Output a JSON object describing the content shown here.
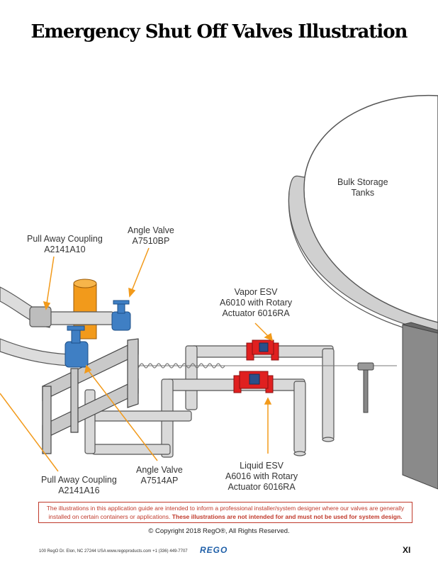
{
  "title": "Emergency Shut Off Valves Illustration",
  "labels": {
    "bulk_storage": [
      "Bulk Storage",
      "Tanks"
    ],
    "pull_away_top": [
      "Pull Away Coupling",
      "A2141A10"
    ],
    "angle_valve_top": [
      "Angle Valve",
      "A7510BP"
    ],
    "vapor_esv": [
      "Vapor ESV",
      "A6010 with Rotary",
      "Actuator 6016RA"
    ],
    "liquid_esv": [
      "Liquid ESV",
      "A6016 with Rotary",
      "Actuator 6016RA"
    ],
    "angle_valve_bottom": [
      "Angle Valve",
      "A7514AP"
    ],
    "pull_away_bottom": [
      "Pull Away Coupling",
      "A2141A16"
    ]
  },
  "disclaimer": {
    "normal": "The illustrations in this application guide are intended to inform a professional installer/system designer where our valves are generally installed on certain containers or applications. ",
    "bold": "These illustrations are not intended for and must not be used for system design."
  },
  "copyright": "© Copyright 2018 RegO®, All Rights Reserved.",
  "footer": {
    "address": "100 RegO Dr. Elon, NC 27244 USA   www.regoproducts.com   +1 (336) 449-7707",
    "logo": "REGO",
    "page": "XI"
  },
  "colors": {
    "pipe": "#d9d9d9",
    "outline": "#555555",
    "valve_blue": "#3f7fc4",
    "esv_red": "#e02020",
    "post_orange": "#f29a1b",
    "arrow_orange": "#f29a1b",
    "disclaimer_red": "#c0392b"
  }
}
